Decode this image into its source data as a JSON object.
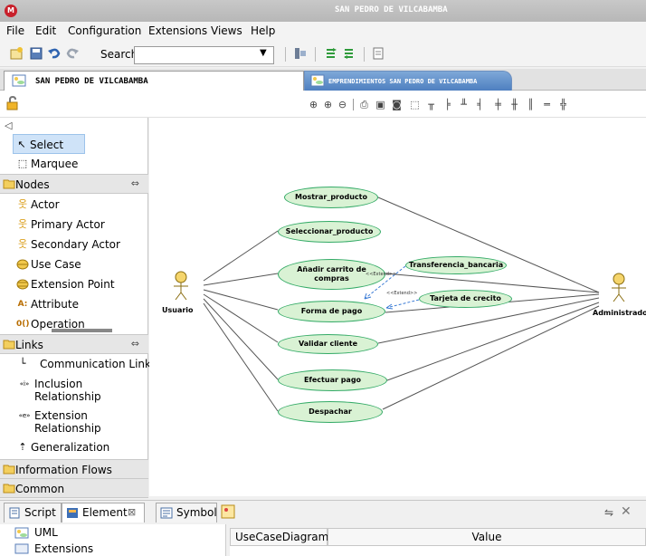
{
  "window": {
    "title": "SAN PEDRO DE VILCABAMBA"
  },
  "menu": [
    "File",
    "Edit",
    "Configuration",
    "Extensions",
    "Views",
    "Help"
  ],
  "toolbar": {
    "search_label": "Search:",
    "search_value": ""
  },
  "tabs": [
    {
      "label": "SAN PEDRO DE VILCABAMBA",
      "active": true
    },
    {
      "label": "EMPRENDIMIENTOS SAN PEDRO DE VILCABAMBA",
      "active": false
    }
  ],
  "palette": {
    "collapse_glyph": "◁",
    "tools": [
      {
        "label": "Select",
        "icon": "arrow-cursor-icon"
      },
      {
        "label": "Marquee",
        "icon": "marquee-icon"
      }
    ],
    "groups": [
      {
        "label": "Nodes",
        "items": [
          {
            "label": "Actor",
            "icon": "actor-icon"
          },
          {
            "label": "Primary Actor",
            "icon": "primary-actor-icon"
          },
          {
            "label": "Secondary Actor",
            "icon": "secondary-actor-icon"
          },
          {
            "label": "Use Case",
            "icon": "use-case-icon"
          },
          {
            "label": "Extension Point",
            "icon": "extension-point-icon"
          },
          {
            "label": "Attribute",
            "icon": "attribute-icon"
          },
          {
            "label": "Operation",
            "icon": "operation-icon"
          }
        ]
      },
      {
        "label": "Links",
        "items": [
          {
            "label": "Communication Link",
            "icon": "communication-link-icon"
          },
          {
            "label": "Inclusion\nRelationship",
            "icon": "inclusion-icon",
            "glyph": "«i»"
          },
          {
            "label": "Extension\nRelationship",
            "icon": "extension-icon",
            "glyph": "«e»"
          },
          {
            "label": "Generalization",
            "icon": "generalization-icon"
          }
        ]
      },
      {
        "label": "Information Flows",
        "items": []
      },
      {
        "label": "Common",
        "items": []
      }
    ]
  },
  "diagram": {
    "actors": [
      {
        "name": "Usuario"
      },
      {
        "name": "Administrador"
      }
    ],
    "usecases": [
      {
        "id": "mostrar",
        "label": "Mostrar_producto"
      },
      {
        "id": "seleccionar",
        "label": "Seleccionar_producto"
      },
      {
        "id": "anadir",
        "label": "Añadir carrito de compras"
      },
      {
        "id": "transferencia",
        "label": "Transferencia_bancaria"
      },
      {
        "id": "tarjeta",
        "label": "Tarjeta de crecito"
      },
      {
        "id": "forma",
        "label": "Forma de pago"
      },
      {
        "id": "validar",
        "label": "Validar cliente"
      },
      {
        "id": "efectuar",
        "label": "Efectuar pago"
      },
      {
        "id": "despachar",
        "label": "Despachar"
      }
    ],
    "extend_label": "<<Extend>>"
  },
  "bottom": {
    "tabs": [
      {
        "label": "Script",
        "icon": "script-icon"
      },
      {
        "label": "Element",
        "icon": "element-icon",
        "suffix": "⊠"
      },
      {
        "label": "Symbol",
        "icon": "symbol-icon"
      }
    ],
    "tree_items": [
      "UML",
      "Extensions"
    ],
    "table_headers": [
      "UseCaseDiagram",
      "Value"
    ]
  },
  "colors": {
    "usecase_fill": "#d9f2d4",
    "usecase_stroke": "#33aa66",
    "actor_fill": "#f5d56c"
  }
}
